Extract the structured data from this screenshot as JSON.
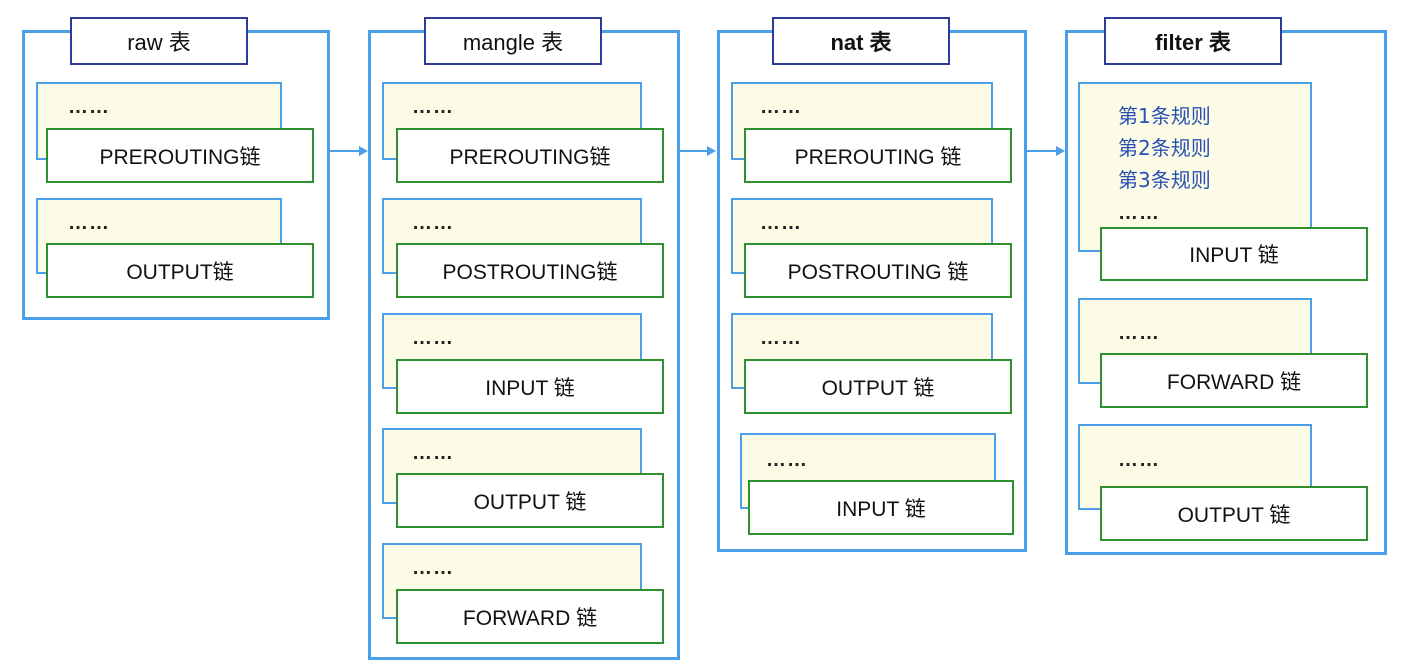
{
  "tables": [
    {
      "title": "raw 表",
      "chains": [
        {
          "rules": "……",
          "name": "PREROUTING链"
        },
        {
          "rules": "……",
          "name": "OUTPUT链"
        }
      ]
    },
    {
      "title": "mangle 表",
      "chains": [
        {
          "rules": "……",
          "name": "PREROUTING链"
        },
        {
          "rules": "……",
          "name": "POSTROUTING链"
        },
        {
          "rules": "……",
          "name": "INPUT 链"
        },
        {
          "rules": "……",
          "name": "OUTPUT 链"
        },
        {
          "rules": "……",
          "name": "FORWARD 链"
        }
      ]
    },
    {
      "title": "nat 表",
      "chains": [
        {
          "rules": "……",
          "name": "PREROUTING 链"
        },
        {
          "rules": "……",
          "name": "POSTROUTING 链"
        },
        {
          "rules": "……",
          "name": "OUTPUT 链"
        },
        {
          "rules": "……",
          "name": "INPUT 链"
        }
      ]
    },
    {
      "title": "filter 表",
      "chains": [
        {
          "rule_lines": [
            "第1条规则",
            "第2条规则",
            "第3条规则"
          ],
          "rules": "……",
          "name": "INPUT 链"
        },
        {
          "rules": "……",
          "name": "FORWARD 链"
        },
        {
          "rules": "……",
          "name": "OUTPUT 链"
        }
      ]
    }
  ],
  "colors": {
    "table_border": "#4a9fe8",
    "title_border": "#2c3a9a",
    "chain_border": "#2f8f2f",
    "rule_box_fill": "#fbfbe6",
    "rule_text": "#2a4fb5",
    "arrow": "#4a9fe8"
  }
}
